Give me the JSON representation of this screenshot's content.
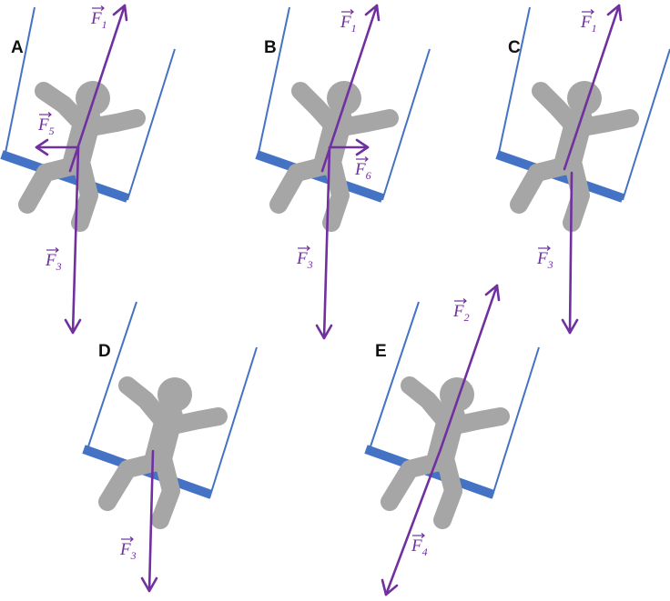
{
  "panels": [
    {
      "id": "A",
      "label": "A",
      "forces": [
        {
          "symbol": "F",
          "sub": "1",
          "direction": "up"
        },
        {
          "symbol": "F",
          "sub": "5",
          "direction": "left"
        },
        {
          "symbol": "F",
          "sub": "3",
          "direction": "down"
        }
      ]
    },
    {
      "id": "B",
      "label": "B",
      "forces": [
        {
          "symbol": "F",
          "sub": "1",
          "direction": "up"
        },
        {
          "symbol": "F",
          "sub": "6",
          "direction": "right"
        },
        {
          "symbol": "F",
          "sub": "3",
          "direction": "down"
        }
      ]
    },
    {
      "id": "C",
      "label": "C",
      "forces": [
        {
          "symbol": "F",
          "sub": "1",
          "direction": "up"
        },
        {
          "symbol": "F",
          "sub": "3",
          "direction": "down"
        }
      ]
    },
    {
      "id": "D",
      "label": "D",
      "forces": [
        {
          "symbol": "F",
          "sub": "3",
          "direction": "down"
        }
      ]
    },
    {
      "id": "E",
      "label": "E",
      "forces": [
        {
          "symbol": "F",
          "sub": "2",
          "direction": "up"
        },
        {
          "symbol": "F",
          "sub": "4",
          "direction": "down"
        }
      ]
    }
  ],
  "colors": {
    "force": "#7030a0",
    "swing": "#4472c4",
    "figure": "#a6a6a6"
  }
}
